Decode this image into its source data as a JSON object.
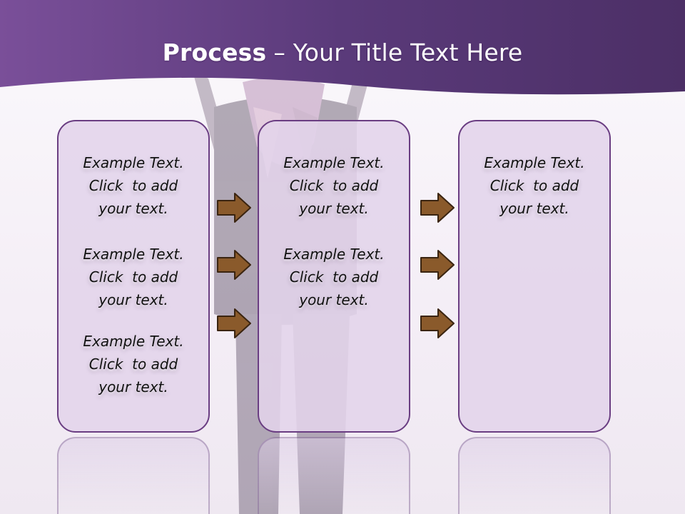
{
  "title": {
    "bold": "Process",
    "rest": "– Your Title Text Here"
  },
  "item_text": {
    "line1": "Example Text.",
    "line2": "Click  to add",
    "line3": "your text."
  },
  "colors": {
    "header": "#5a3a7a",
    "box_fill": "#e2d4ea",
    "box_border": "#6a3d82",
    "arrow_fill": "#8a5a2b",
    "arrow_stroke": "#3a2410"
  },
  "icons": [
    "right-arrow-icon"
  ]
}
